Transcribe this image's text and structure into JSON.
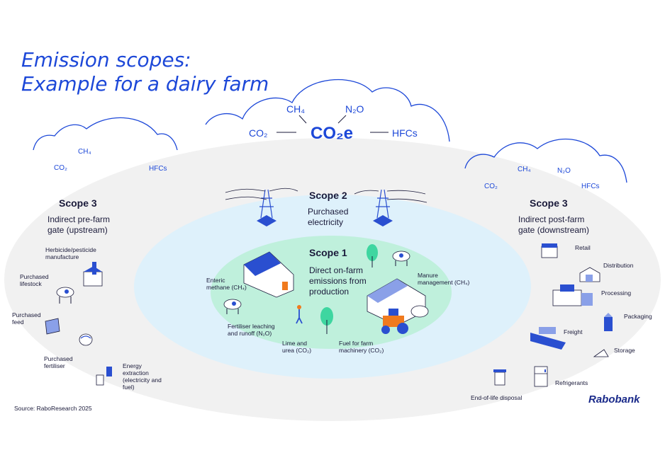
{
  "title": {
    "line1": "Emission scopes:",
    "line2": "Example for a dairy farm"
  },
  "top_cloud": {
    "ch4": "CH₄",
    "n2o": "N₂O",
    "co2": "CO₂",
    "co2e": "CO₂e",
    "hfcs": "HFCs"
  },
  "left_cloud": {
    "ch4": "CH₄",
    "co2": "CO₂",
    "hfcs": "HFCs"
  },
  "right_cloud": {
    "ch4": "CH₄",
    "n2o": "N₂O",
    "co2": "CO₂",
    "hfcs": "HFCs"
  },
  "scope3_up": {
    "title": "Scope 3",
    "desc": "Indirect pre-farm gate (upstream)",
    "items": {
      "herbicide": "Herbicide/pesticide manufacture",
      "livestock": "Purchased lifestock",
      "feed": "Purchased feed",
      "fertiliser": "Purchased fertiliser",
      "energy": "Energy extraction (electricity and fuel)"
    }
  },
  "scope2": {
    "title": "Scope 2",
    "desc": "Purchased electricity"
  },
  "scope1": {
    "title": "Scope 1",
    "desc": "Direct on-farm emissions from production",
    "items": {
      "enteric": "Enteric methane (CH₄)",
      "manure": "Manure management (CH₄)",
      "fertiliser": "Fertiliser leaching and runoff (N₂O)",
      "lime": "Lime and urea (CO₂)",
      "fuel": "Fuel for farm machinery (CO₂)"
    }
  },
  "scope3_down": {
    "title": "Scope 3",
    "desc": "Indirect post-farm gate (downstream)",
    "items": {
      "retail": "Retail",
      "distribution": "Distribution",
      "processing": "Processing",
      "packaging": "Packaging",
      "freight": "Freight",
      "storage": "Storage",
      "refrigerants": "Refrigerants",
      "disposal": "End-of-life disposal"
    }
  },
  "source": "Source: RaboResearch 2025",
  "brand": "Rabobank",
  "colors": {
    "accent": "#1d48d8",
    "outer_ellipse": "#f1f1f1",
    "scope2_ellipse": "#def1fb",
    "scope1_ellipse": "#bff0dc",
    "icon_blue": "#2a4fd0",
    "icon_orange": "#f07a1e"
  }
}
